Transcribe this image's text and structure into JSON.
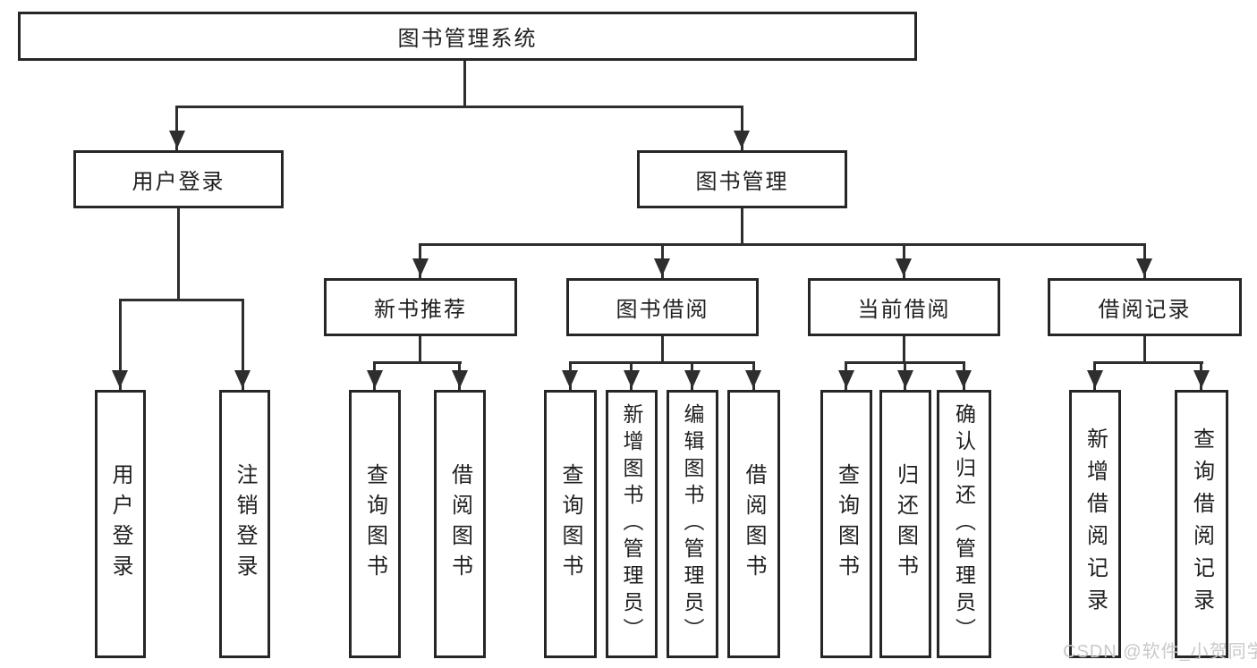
{
  "nodes": {
    "root": "图书管理系统",
    "user_login": "用户登录",
    "book_mgmt": "图书管理",
    "new_book_rec": "新书推荐",
    "book_borrow": "图书借阅",
    "current_borrow": "当前借阅",
    "borrow_records": "借阅记录"
  },
  "leaves": {
    "user_login": [
      "用户登录",
      "注销登录"
    ],
    "new_book_rec": [
      "查询图书",
      "借阅图书"
    ],
    "book_borrow": [
      "查询图书",
      "新增图书（管理员）",
      "编辑图书（管理员）",
      "借阅图书"
    ],
    "current_borrow": [
      "查询图书",
      "归还图书",
      "确认归还（管理员）"
    ],
    "borrow_records": [
      "新增借阅记录",
      "查询借阅记录"
    ]
  },
  "watermark": "CSDN @软件_小贺同学",
  "colors": {
    "line": "#2e2e2e",
    "box_border": "#262626",
    "text": "#1f1f1f",
    "watermark": "#c9c9c9",
    "background": "#ffffff"
  }
}
